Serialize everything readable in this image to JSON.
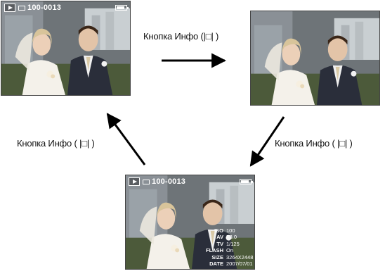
{
  "screens": {
    "top_left": {
      "file_number": "100-0013"
    },
    "bottom": {
      "file_number": "100-0013",
      "info": [
        {
          "label": "ISO",
          "value": "100"
        },
        {
          "label": "AV",
          "value": "F3.0"
        },
        {
          "label": "TV",
          "value": "1/125"
        },
        {
          "label": "FLASH",
          "value": "On"
        },
        {
          "label": "SIZE",
          "value": "3264X2448"
        },
        {
          "label": "DATE",
          "value": "2007/07/01"
        }
      ]
    }
  },
  "captions": {
    "top": "Кнопка Инфо (|□| )",
    "left": "Кнопка Инфо ( |□| )",
    "right": "Кнопка Инфо ( |□| )"
  }
}
